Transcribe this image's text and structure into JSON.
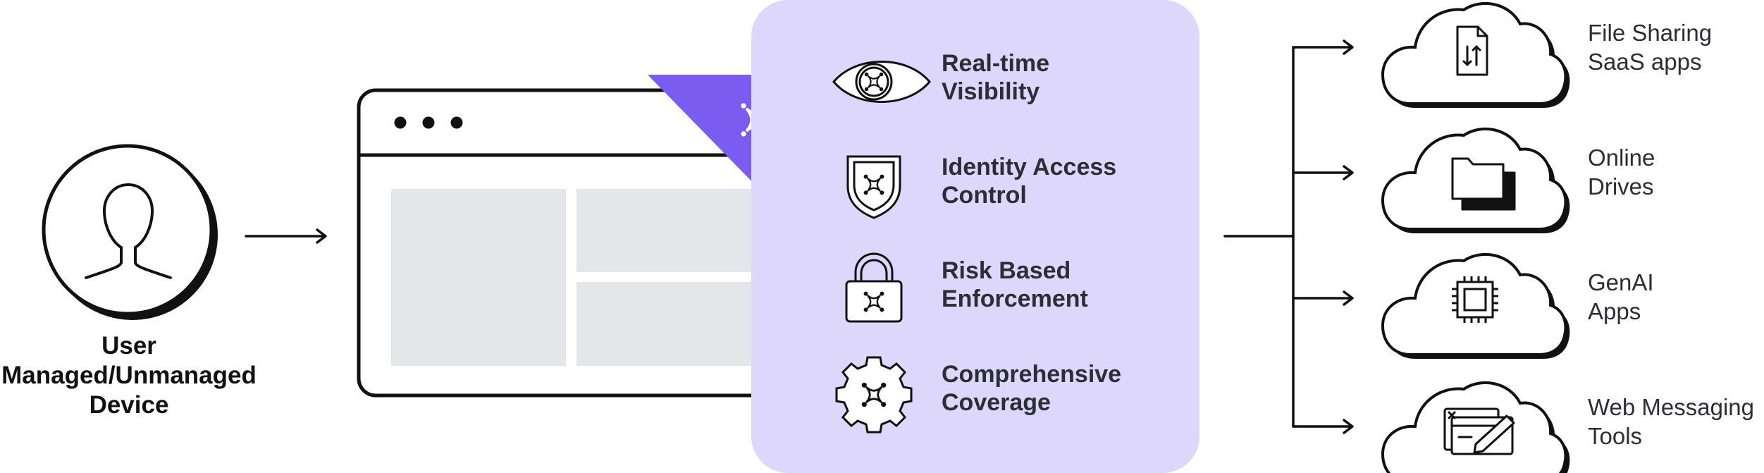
{
  "user": {
    "label_lines": [
      "User",
      "Managed/Unmanaged",
      "Device"
    ]
  },
  "features": [
    {
      "icon": "eye-icon",
      "lines": [
        "Real-time",
        "Visibility"
      ]
    },
    {
      "icon": "shield-icon",
      "lines": [
        "Identity Access",
        "Control"
      ]
    },
    {
      "icon": "lock-icon",
      "lines": [
        "Risk Based",
        "Enforcement"
      ]
    },
    {
      "icon": "gear-icon",
      "lines": [
        "Comprehensive",
        "Coverage"
      ]
    }
  ],
  "destinations": [
    {
      "icon": "file-transfer-icon",
      "lines": [
        "File Sharing",
        "SaaS apps"
      ]
    },
    {
      "icon": "folder-icon",
      "lines": [
        "Online",
        "Drives"
      ]
    },
    {
      "icon": "chip-icon",
      "lines": [
        "GenAI",
        "Apps"
      ]
    },
    {
      "icon": "chat-window-icon",
      "lines": [
        "Web Messaging",
        "Tools"
      ]
    }
  ],
  "colors": {
    "panel": "#dcd7fb",
    "accent": "#7b5cf0",
    "stroke": "#111111",
    "placeholder": "#e4e7ea",
    "text": "#2d2d35"
  }
}
